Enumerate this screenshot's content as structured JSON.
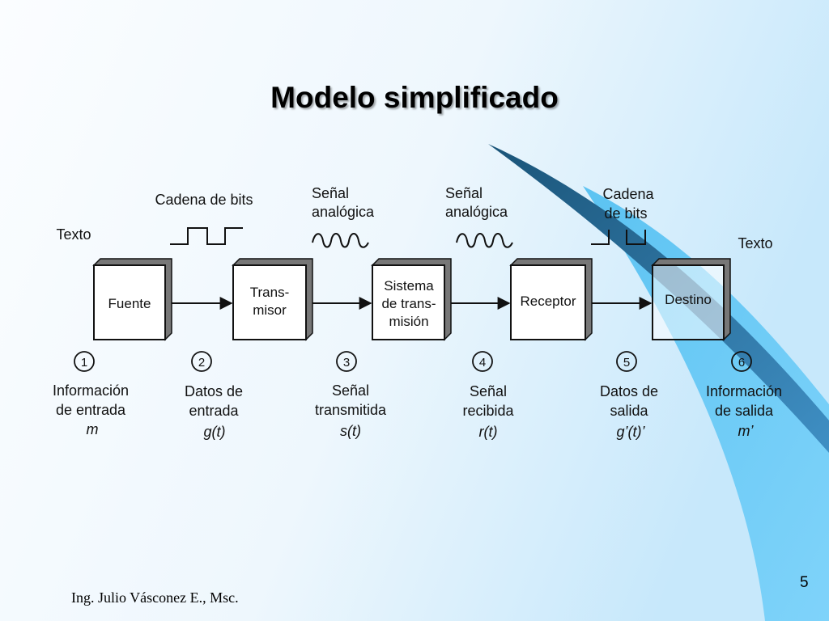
{
  "title": "Modelo simplificado",
  "footer": "Ing. Julio Vásconez E., Msc.",
  "page_number": "5",
  "colors": {
    "bg_light": "#f6f9fd",
    "bg_blue": "#c9e9fb",
    "swoosh_dark": "#1f5f86",
    "swoosh_light": "#4dbcf0"
  },
  "top_labels": {
    "texto_in": "Texto",
    "cadena_bits_1": "Cadena de bits",
    "senal_1": [
      "Señal",
      "analógica"
    ],
    "senal_2": [
      "Señal",
      "analógica"
    ],
    "cadena_bits_2": [
      "Cadena",
      "de bits"
    ],
    "texto_out": "Texto"
  },
  "blocks": [
    {
      "lines": [
        "Fuente"
      ]
    },
    {
      "lines": [
        "Trans-",
        "misor"
      ]
    },
    {
      "lines": [
        "Sistema",
        "de trans-",
        "misión"
      ]
    },
    {
      "lines": [
        "Receptor"
      ]
    },
    {
      "lines": [
        "Destino"
      ]
    }
  ],
  "stages": [
    {
      "num": "1",
      "lines": [
        "Información",
        "de entrada"
      ],
      "symbol": "m"
    },
    {
      "num": "2",
      "lines": [
        "Datos de",
        "entrada"
      ],
      "symbol": "g(t)"
    },
    {
      "num": "3",
      "lines": [
        "Señal",
        "transmitida"
      ],
      "symbol": "s(t)"
    },
    {
      "num": "4",
      "lines": [
        "Señal",
        "recibida"
      ],
      "symbol": "r(t)"
    },
    {
      "num": "5",
      "lines": [
        "Datos de",
        "salida"
      ],
      "symbol": "g’(t)’"
    },
    {
      "num": "6",
      "lines": [
        "Información",
        "de salida"
      ],
      "symbol": "m’"
    }
  ]
}
